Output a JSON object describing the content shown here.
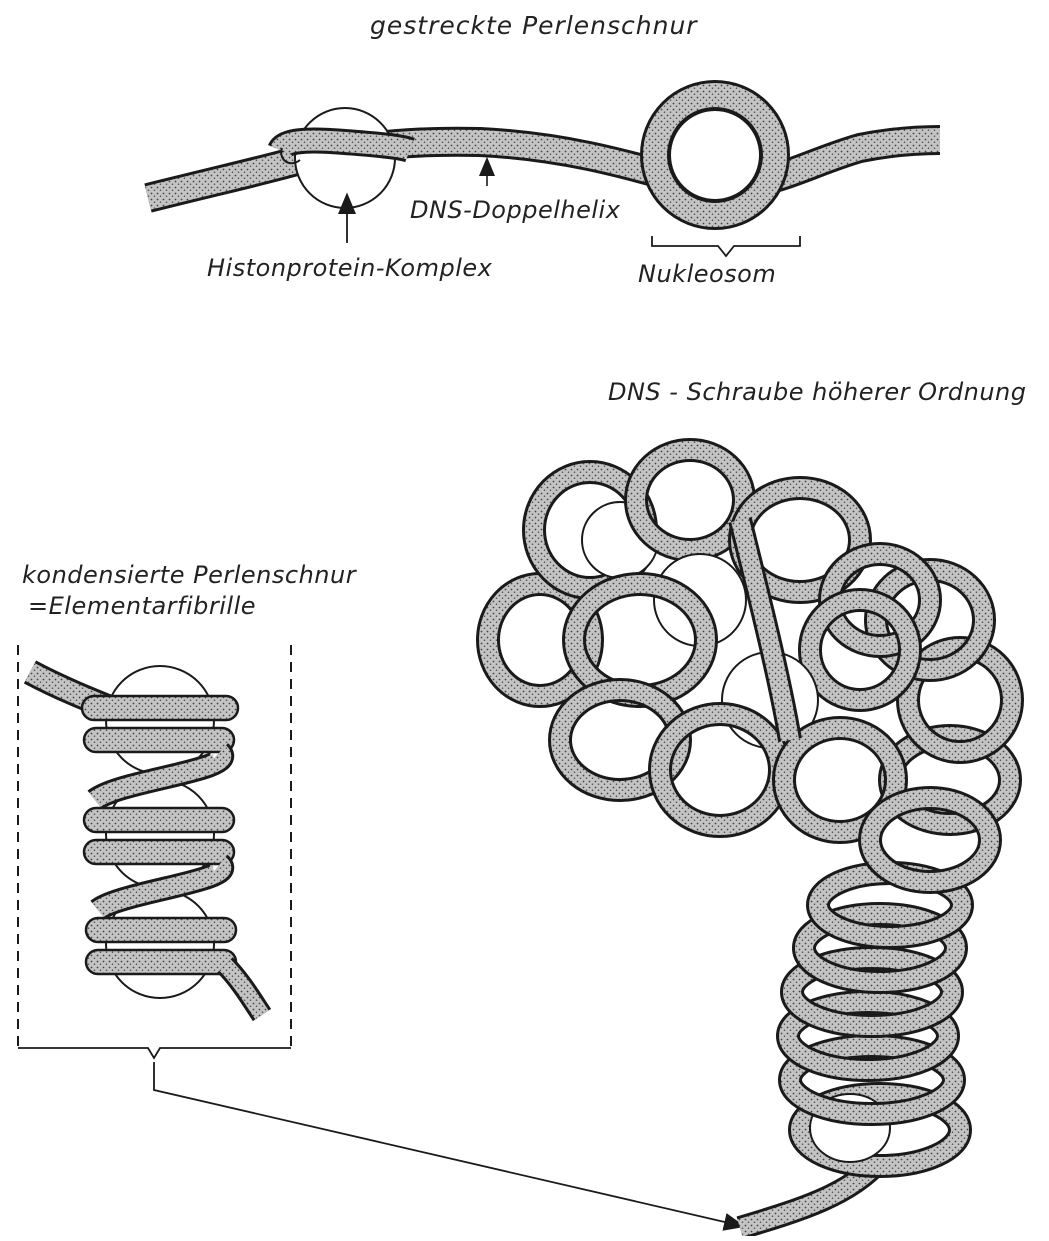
{
  "labels": {
    "top_title": "gestreckte Perlenschnur",
    "dns_doppelhelix": "DNS-Doppelhelix",
    "histonprotein": "Histonprotein-Komplex",
    "nukleosom": "Nukleosom",
    "higher_order_title": "DNS - Schraube höherer Ordnung",
    "condensed_line1": "kondensierte Perlenschnur",
    "condensed_line2": "=Elementarfibrille"
  },
  "colors": {
    "ink": "#1a1a1a",
    "strand_fill": "#b9b9b9",
    "bead_fill": "#ffffff",
    "background": "#ffffff"
  }
}
